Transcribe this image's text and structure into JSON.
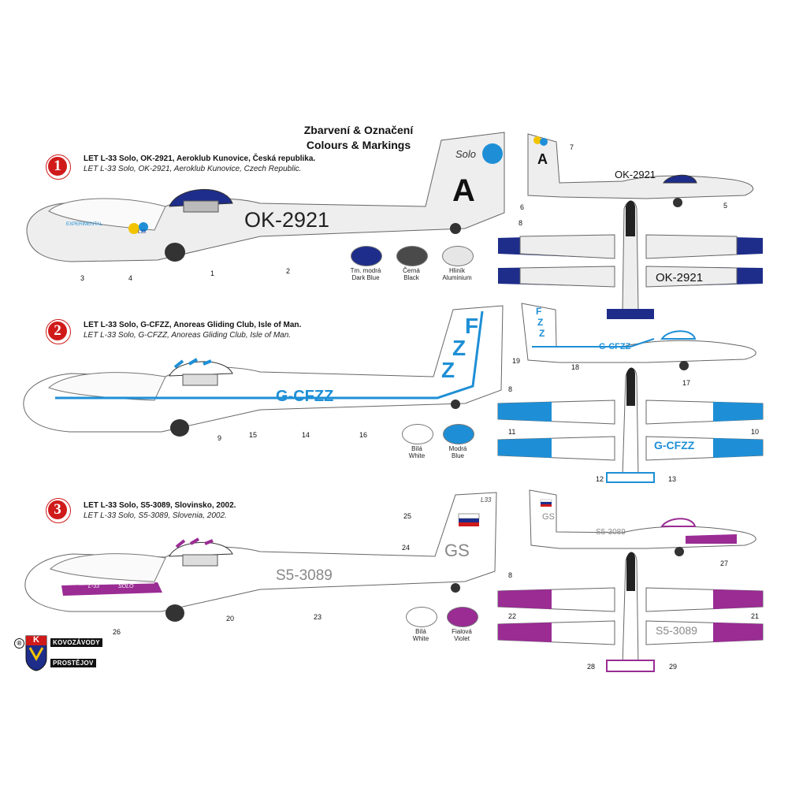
{
  "title": {
    "cz": "Zbarvení & Označení",
    "en": "Colours & Markings"
  },
  "colors": {
    "dark_blue": "#1e2d8a",
    "light_blue": "#1e8fd6",
    "violet": "#9a2c94",
    "black": "#444444",
    "aluminium": "#e6e6e6",
    "white": "#ffffff",
    "badge_red": "#d01a1a"
  },
  "schemes": [
    {
      "number": "1",
      "caption_cz": "LET  L-33 Solo, OK-2921, Aeroklub Kunovice, Česká republika.",
      "caption_en": "LET  L-33 Solo, OK-2921, Aeroklub Kunovice, Czech Republic.",
      "registration": "OK-2921",
      "tail_letter": "A",
      "fuselage_text": "EXPERIMENTAL",
      "tail_text": "Solo",
      "nose_badge": "L33",
      "swatches": [
        {
          "cz": "Tm. modrá",
          "en": "Dark Blue",
          "color": "#1e2d8a"
        },
        {
          "cz": "Černá",
          "en": "Black",
          "color": "#4a4a4a"
        },
        {
          "cz": "Hliník",
          "en": "Aluminium",
          "color": "#e6e6e6"
        }
      ],
      "callouts": [
        "1",
        "2",
        "3",
        "4",
        "5",
        "6",
        "7",
        "8"
      ]
    },
    {
      "number": "2",
      "caption_cz": "LET  L-33 Solo, G-CFZZ, Anoreas Gliding Club, Isle of Man.",
      "caption_en": "LET  L-33 Solo, G-CFZZ, Anoreas Gliding Club, Isle of Man.",
      "registration": "G-CFZZ",
      "tail_letters": [
        "F",
        "Z",
        "Z"
      ],
      "swatches": [
        {
          "cz": "Bílá",
          "en": "White",
          "color": "#ffffff"
        },
        {
          "cz": "Modrá",
          "en": "Blue",
          "color": "#1e8fd6"
        }
      ],
      "callouts": [
        "8",
        "9",
        "10",
        "11",
        "12",
        "13",
        "14",
        "15",
        "16",
        "17",
        "18",
        "19"
      ]
    },
    {
      "number": "3",
      "caption_cz": "LET  L-33 Solo, S5-3089, Slovinsko, 2002.",
      "caption_en": "LET  L-33 Solo, S5-3089, Slovenia, 2002.",
      "registration": "S5-3089",
      "tail_code": "GS",
      "tail_badge": "L33",
      "fuselage_text_1": "L-33",
      "fuselage_text_2": "SOLO",
      "swatches": [
        {
          "cz": "Bílá",
          "en": "White",
          "color": "#ffffff"
        },
        {
          "cz": "Fialová",
          "en": "Violet",
          "color": "#9a2c94"
        }
      ],
      "callouts": [
        "8",
        "20",
        "21",
        "22",
        "23",
        "24",
        "25",
        "26",
        "27",
        "28",
        "29"
      ]
    }
  ],
  "logo": {
    "line1": "KOVOZÁVODY",
    "line2": "PROSTĚJOV",
    "mark": "K",
    "registered": "®"
  }
}
